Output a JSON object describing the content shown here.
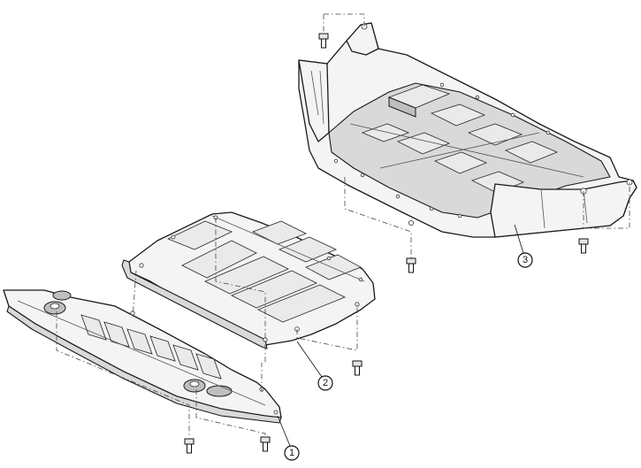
{
  "callouts": [
    {
      "id": "front-cover",
      "number": "1"
    },
    {
      "id": "center-cover",
      "number": "2"
    },
    {
      "id": "rear-cover",
      "number": "3"
    }
  ],
  "icons": [
    "bolt-icon"
  ]
}
